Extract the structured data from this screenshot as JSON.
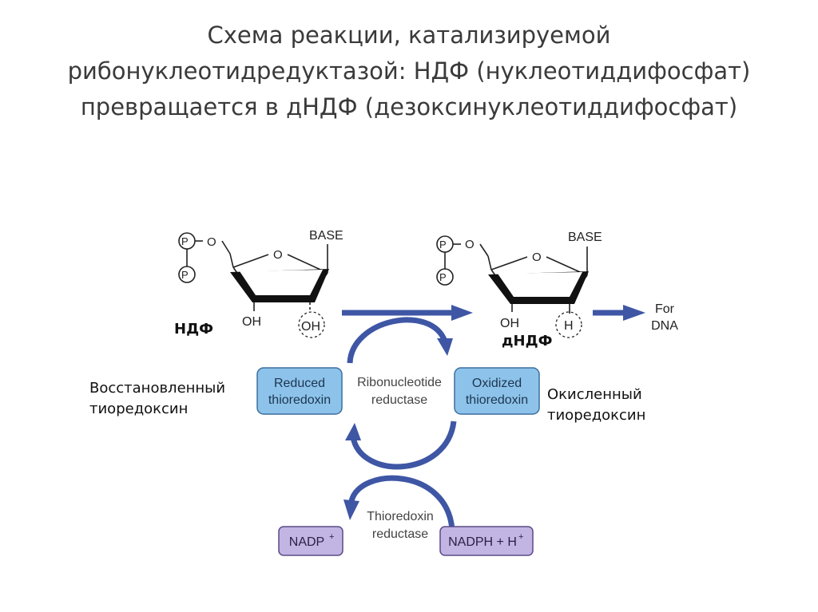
{
  "title": {
    "line1": "Схема реакции, катализируемой",
    "line2": "рибонуклеотидредуктазой: НДФ (нуклеотиддифосфат)",
    "line3": "превращается в дНДФ (дезоксинуклеотиддифосфат)"
  },
  "labels": {
    "ndp": "НДФ",
    "dndp": "дНДФ",
    "reduced_ru_line1": "Восстановленный",
    "reduced_ru_line2": "тиоредоксин",
    "oxidized_ru_line1": "Окисленный",
    "oxidized_ru_line2": "тиоредоксин"
  },
  "structure": {
    "phosphate": "P",
    "ring_oxygen": "O",
    "base": "BASE",
    "oh_3": "OH",
    "oh_2": "OH",
    "h_2": "H",
    "for_dna_line1": "For",
    "for_dna_line2": "DNA"
  },
  "boxes": {
    "reduced_line1": "Reduced",
    "reduced_line2": "thioredoxin",
    "oxidized_line1": "Oxidized",
    "oxidized_line2": "thioredoxin",
    "nadp": "NADP",
    "nadp_sup": "+",
    "nadph": "NADPH + H",
    "nadph_sup": "+"
  },
  "enzymes": {
    "rnr_line1": "Ribonucleotide",
    "rnr_line2": "reductase",
    "trxr_line1": "Thioredoxin",
    "trxr_line2": "reductase"
  },
  "colors": {
    "arrow": "#3e56a4",
    "box_blue_fill": "#8dc3ea",
    "box_blue_stroke": "#3d6f9e",
    "box_purple_fill": "#c3b5e3",
    "box_purple_stroke": "#5a4c86",
    "title_text": "#3a3a3a"
  }
}
